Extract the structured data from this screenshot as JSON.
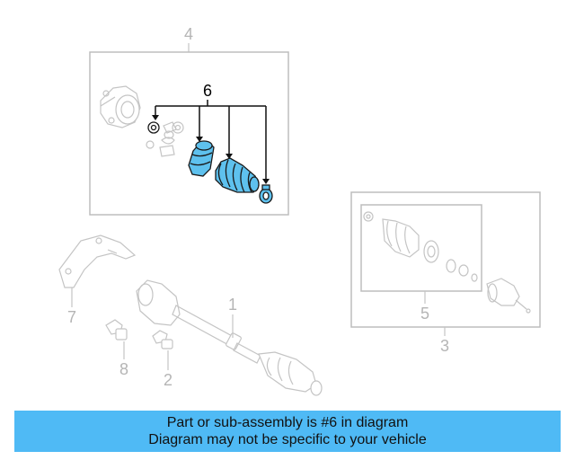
{
  "diagram": {
    "callouts": {
      "c1": "1",
      "c2": "2",
      "c3": "3",
      "c4": "4",
      "c5": "5",
      "c6": "6",
      "c7": "7",
      "c8": "8"
    },
    "highlighted_part": "6",
    "highlight_color": "#5ec1ee"
  },
  "banner": {
    "line1": "Part or sub-assembly is #6 in diagram",
    "line2": "Diagram may not be specific to your vehicle",
    "background": "#4fbaf5"
  }
}
